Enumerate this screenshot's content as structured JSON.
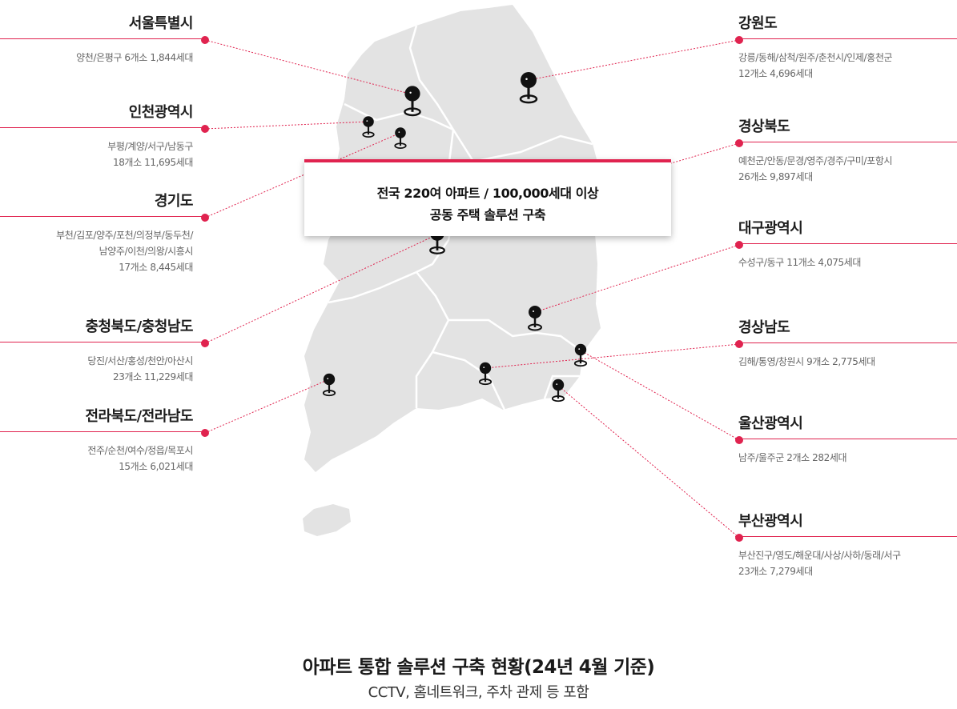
{
  "regions_left": [
    {
      "id": "seoul",
      "name": "서울특별시",
      "desc": [
        "양천/은평구 6개소 1,844세대"
      ]
    },
    {
      "id": "incheon",
      "name": "인천광역시",
      "desc": [
        "부평/계양/서구/남동구",
        "18개소 11,695세대"
      ]
    },
    {
      "id": "gyeonggi",
      "name": "경기도",
      "desc": [
        "부천/김포/양주/포천/의정부/동두천/",
        "남양주/이천/의왕/시흥시",
        "17개소 8,445세대"
      ]
    },
    {
      "id": "chungcheong",
      "name": "충청북도/충청남도",
      "desc": [
        "당진/서산/홍성/천안/아산시",
        "23개소 11,229세대"
      ]
    },
    {
      "id": "jeolla",
      "name": "전라북도/전라남도",
      "desc": [
        "전주/순천/여수/정읍/목포시",
        "15개소 6,021세대"
      ]
    }
  ],
  "regions_right": [
    {
      "id": "gangwon",
      "name": "강원도",
      "desc": [
        "강릉/동해/삼척/원주/춘천시/인제/홍천군",
        "12개소 4,696세대"
      ]
    },
    {
      "id": "gyeongbuk",
      "name": "경상북도",
      "desc": [
        "예천군/안동/문경/영주/경주/구미/포항시",
        "26개소 9,897세대"
      ]
    },
    {
      "id": "daegu",
      "name": "대구광역시",
      "desc": [
        "수성구/동구 11개소 4,075세대"
      ]
    },
    {
      "id": "gyeongnam",
      "name": "경상남도",
      "desc": [
        "김해/통영/창원시 9개소 2,775세대"
      ]
    },
    {
      "id": "ulsan",
      "name": "울산광역시",
      "desc": [
        "남주/울주군 2개소 282세대"
      ]
    },
    {
      "id": "busan",
      "name": "부산광역시",
      "desc": [
        "부산진구/영도/해운대/사상/사하/동래/서구",
        "23개소 7,279세대"
      ]
    }
  ],
  "callout": {
    "line1": "전국 220여 아파트 / 100,000세대 이상",
    "line2": "공동 주택 솔루션 구축"
  },
  "footer": {
    "title": "아파트 통합 솔루션 구축 현황(24년 4월 기준)",
    "subtitle": "CCTV, 홈네트워크, 주차 관제 등 포함"
  },
  "icons": {
    "marker": "map-pin-icon",
    "connector": "label-dot-icon"
  },
  "colors": {
    "accent": "#e0234f",
    "map_fill": "#e3e3e3",
    "map_border": "#ffffff",
    "pin": "#111111"
  }
}
